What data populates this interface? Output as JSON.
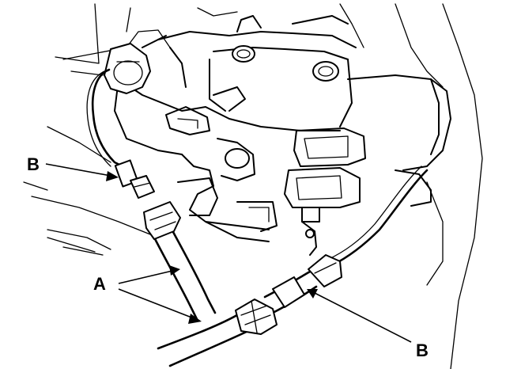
{
  "callouts": {
    "a_label": "A",
    "b_label_left": "B",
    "b_label_right": "B"
  },
  "colors": {
    "ink": "#000000",
    "paper": "#ffffff"
  }
}
